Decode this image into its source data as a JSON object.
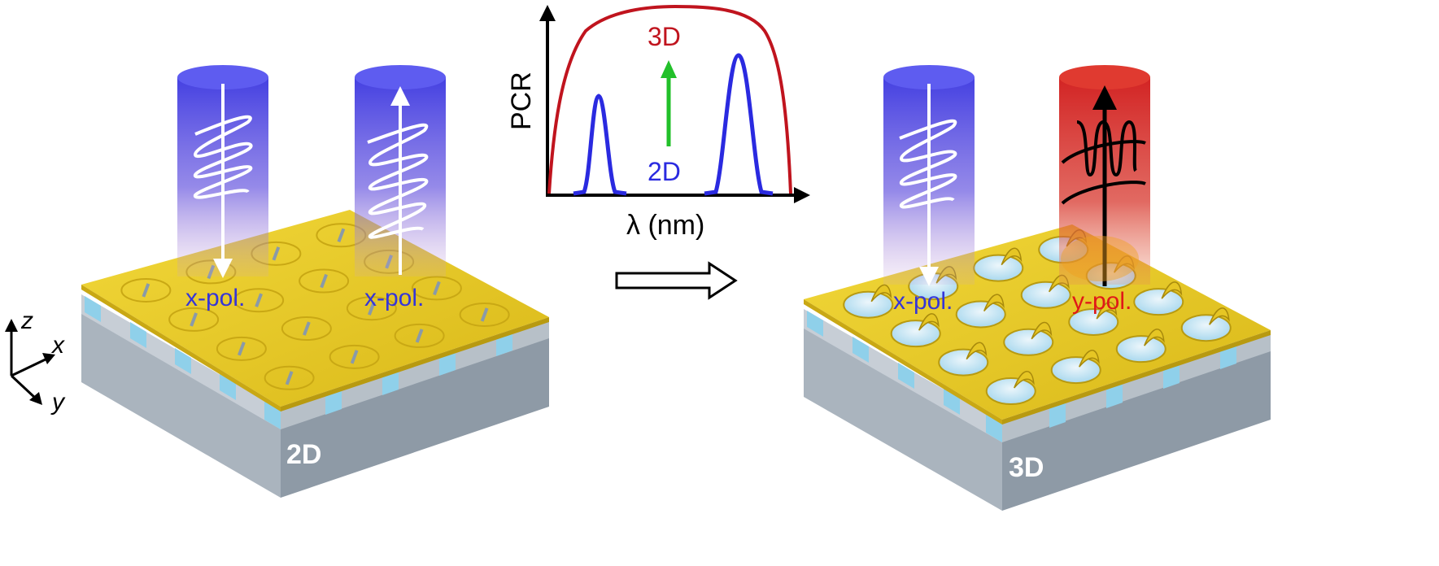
{
  "axes": {
    "z": "z",
    "x": "x",
    "y": "y"
  },
  "left_panel": {
    "label": "2D",
    "beam_in_label": "x-pol.",
    "beam_out_label": "x-pol."
  },
  "right_panel": {
    "label": "3D",
    "beam_in_label": "x-pol.",
    "beam_out_label": "y-pol."
  },
  "inset": {
    "ylabel": "PCR",
    "xlabel": "λ (nm)",
    "curve_3d_label": "3D",
    "curve_2d_label": "2D"
  },
  "colors": {
    "gold": "#e8c81e",
    "gold_dark": "#b89a10",
    "substrate_top": "#b8c2cc",
    "substrate_front": "#9aa6b2",
    "substrate_side": "#7f8b97",
    "spacer": "#8fd0ea",
    "beam_blue": "#3a36e0",
    "beam_red": "#d42020",
    "curve_3d": "#c0141e",
    "curve_2d": "#2a2ae0",
    "arrow_green": "#22c02a",
    "label_blue": "#3535d8",
    "label_red": "#e01818"
  }
}
